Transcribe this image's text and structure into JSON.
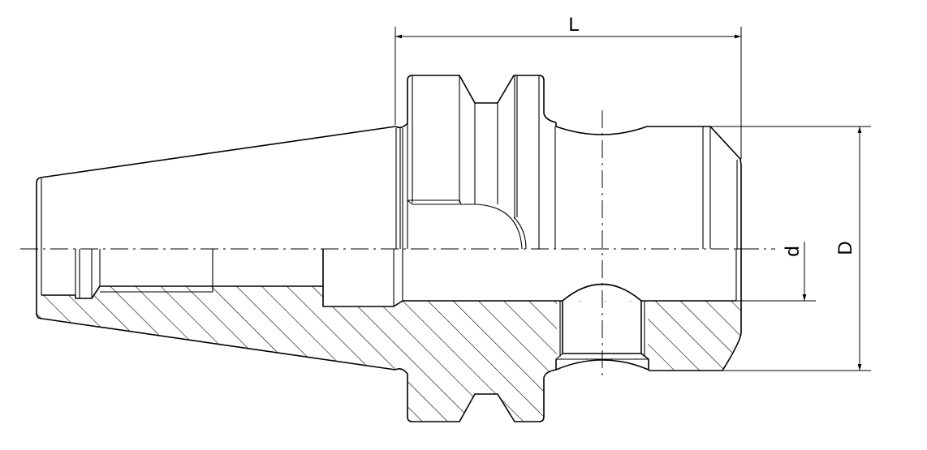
{
  "drawing": {
    "dimensions": {
      "length_label": "L",
      "outer_diameter_label": "D",
      "bore_diameter_label": "d"
    },
    "line_color": "#000000",
    "background": "#ffffff",
    "section_hatch": true
  }
}
